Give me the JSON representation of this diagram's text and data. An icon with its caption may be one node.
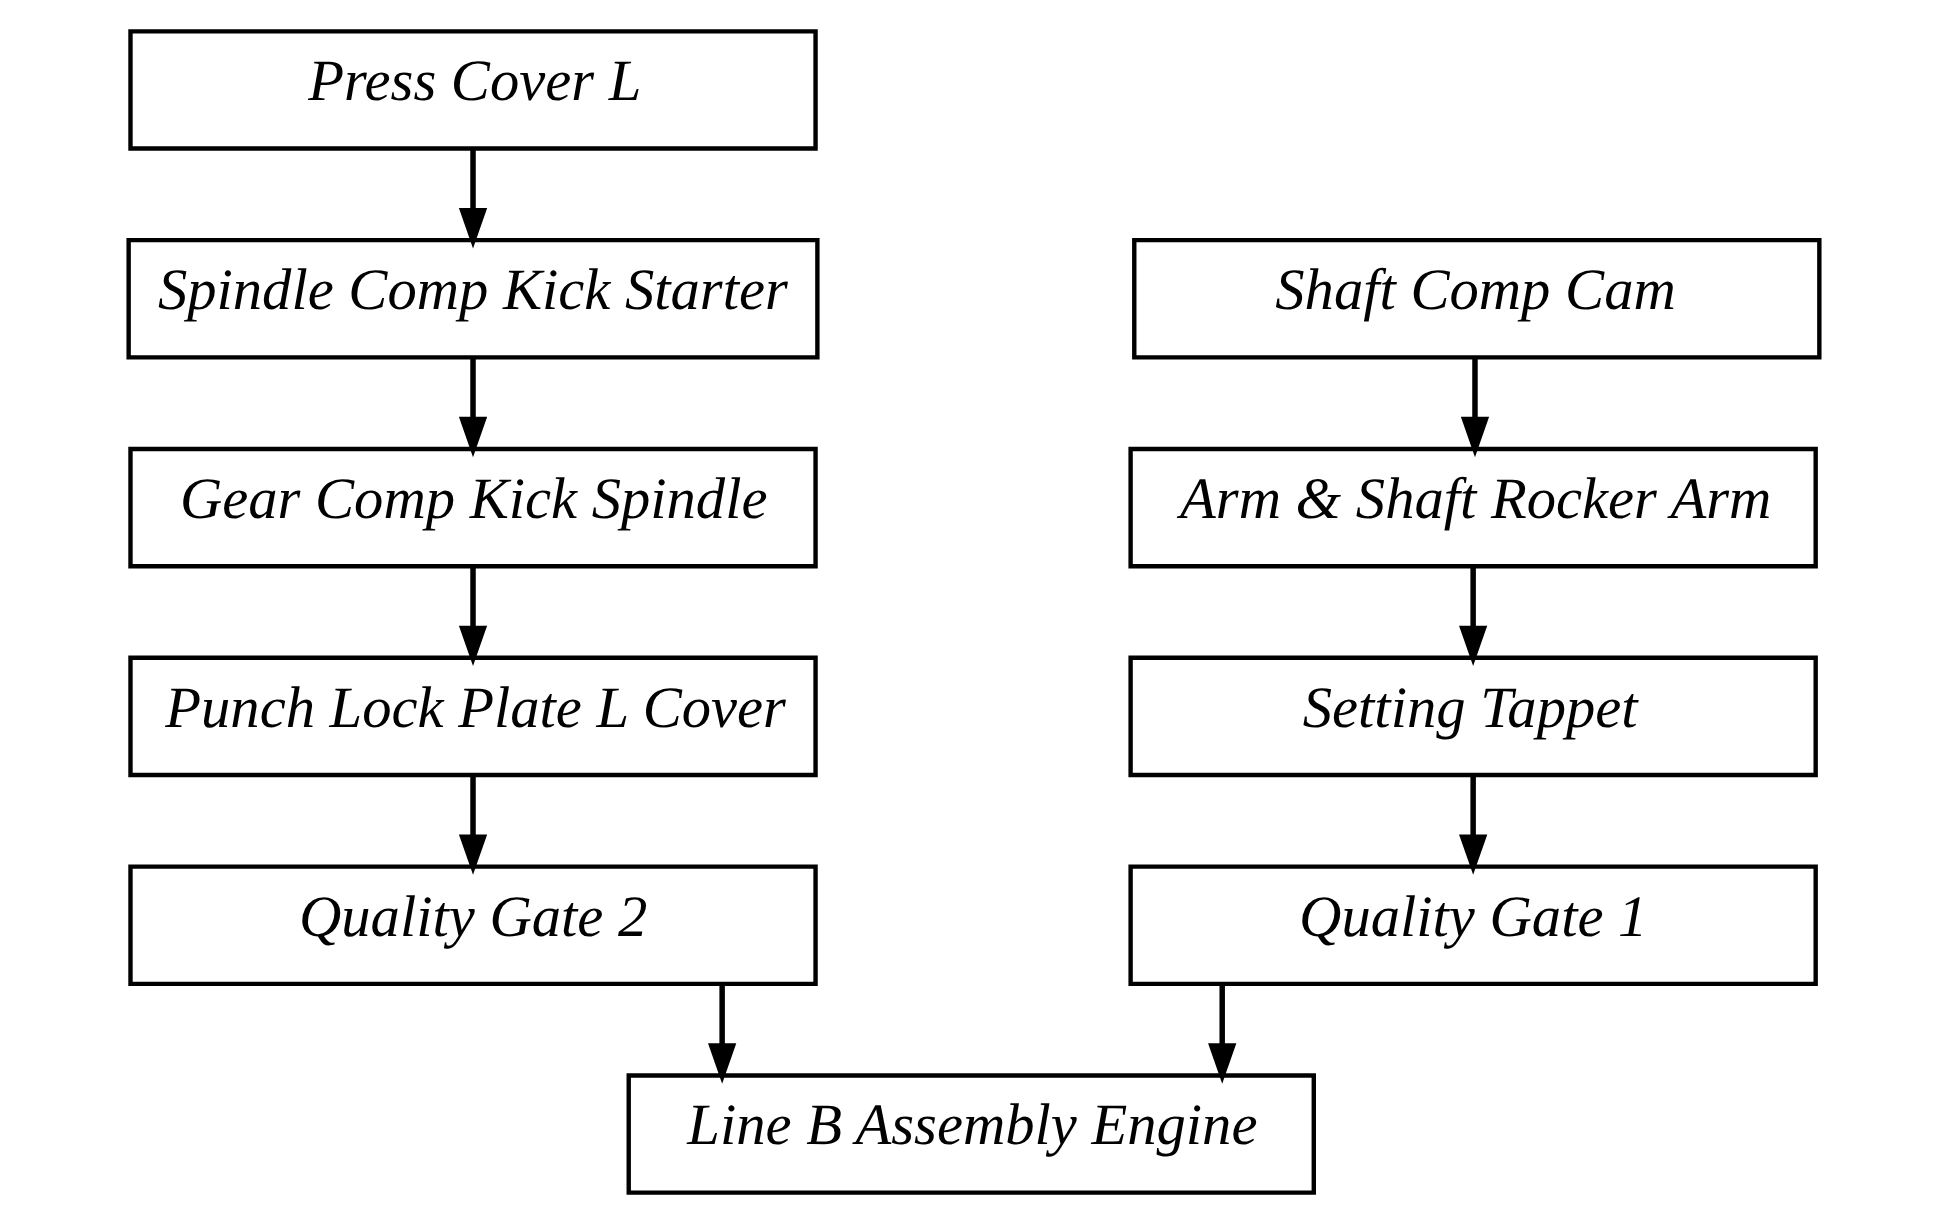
{
  "diagram": {
    "nodes": [
      {
        "text": [
          "Press Cover L"
        ]
      },
      {
        "text": [
          "Spindle Comp Kick Starter"
        ]
      },
      {
        "text": [
          "Gear Comp Kick Spindle"
        ]
      },
      {
        "text": [
          "Punch Lock Plate L Cover"
        ]
      },
      {
        "text": [
          "Quality Gate 2"
        ]
      },
      {
        "text": [
          "Shaft Comp Cam"
        ]
      },
      {
        "text": [
          "Arm & Shaft Rocker Arm"
        ]
      },
      {
        "text": [
          "Setting Tappet"
        ]
      },
      {
        "text": [
          "Quality Gate 1"
        ]
      },
      {
        "text": [
          "Line B Assembly Engine"
        ]
      }
    ],
    "edges": [
      {
        "from": 0,
        "to": 1,
        "arrow": "to"
      },
      {
        "from": 1,
        "to": 2,
        "arrow": "to"
      },
      {
        "from": 2,
        "to": 3,
        "arrow": "to"
      },
      {
        "from": 3,
        "to": 4,
        "arrow": "to"
      },
      {
        "from": 5,
        "to": 6,
        "arrow": "to"
      },
      {
        "from": 6,
        "to": 7,
        "arrow": "to"
      },
      {
        "from": 7,
        "to": 8,
        "arrow": "to"
      },
      {
        "from": 4,
        "to": 9,
        "arrow": "to"
      },
      {
        "from": 8,
        "to": 9,
        "arrow": "to"
      }
    ]
  }
}
